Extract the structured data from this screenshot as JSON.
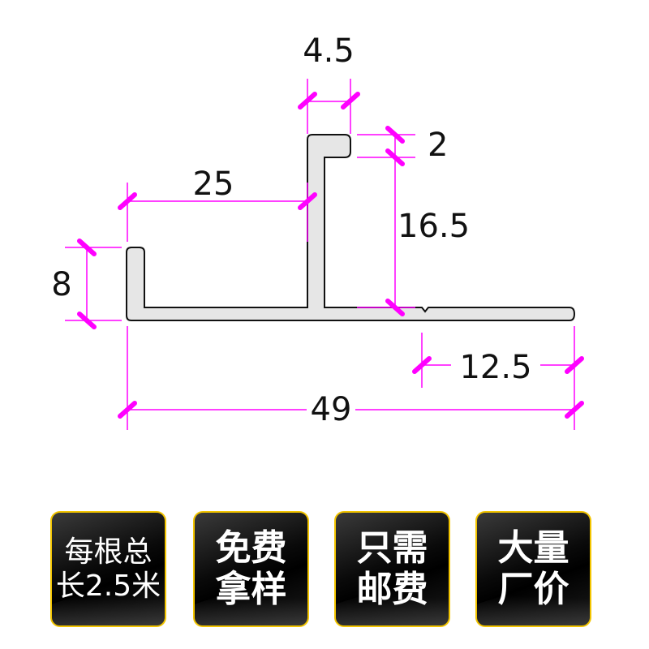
{
  "diagram": {
    "profile_color": "#e6e6e6",
    "outline_color": "#111111",
    "dim_color": "#ff00ff",
    "dimensions": {
      "top_width": "4.5",
      "lip": "2",
      "upright_height": "16.5",
      "left_span": "25",
      "left_height": "8",
      "right_span": "12.5",
      "total_width": "49"
    }
  },
  "badges": [
    {
      "line1": "每根总",
      "line2": "长2.5米"
    },
    {
      "line1": "免费",
      "line2": "拿样"
    },
    {
      "line1": "只需",
      "line2": "邮费"
    },
    {
      "line1": "大量",
      "line2": "厂价"
    }
  ],
  "colors": {
    "badge_border": "#f2c400",
    "badge_bg": "#000000",
    "badge_text": "#ffffff"
  }
}
